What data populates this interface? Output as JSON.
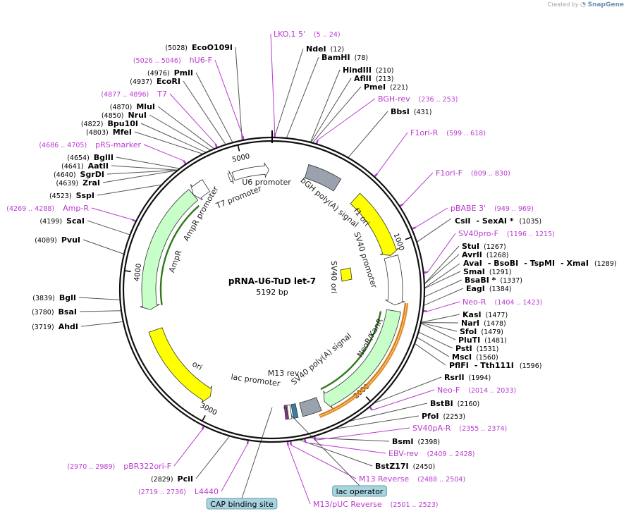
{
  "watermark": {
    "prefix": "Created by",
    "brand": "SnapGene"
  },
  "plasmid": {
    "name": "pRNA-U6-TuD let-7",
    "length": "5192 bp",
    "total_bp": 5192
  },
  "ticks": [
    "1000",
    "2000",
    "3000",
    "4000",
    "5000"
  ],
  "features": [
    {
      "name": "f1 ori",
      "start": 610,
      "end": 1065,
      "color": "#ffff00",
      "ring": 1
    },
    {
      "name": "SV40 promoter",
      "start": 1075,
      "end": 1400,
      "color": "#ffffff",
      "ring": 1
    },
    {
      "name": "NeoR/KanR",
      "start": 1440,
      "end": 2235,
      "color": "#c8ffc8",
      "ring": 1
    },
    {
      "name": "SV40 poly(A) signal",
      "start": 2275,
      "end": 2400,
      "color": "#9aa3ad",
      "ring": 1
    },
    {
      "name": "ori",
      "start": 3030,
      "end": 3620,
      "color": "#ffff00",
      "ring": 1
    },
    {
      "name": "AmpR",
      "start": 3760,
      "end": 4620,
      "color": "#c8ffc8",
      "ring": 1
    },
    {
      "name": "AmpR promoter",
      "start": 4620,
      "end": 4725,
      "color": "#ffffff",
      "ring": 1
    },
    {
      "name": "T7 promoter",
      "start": 4890,
      "end": 4910,
      "color": "#ffffff",
      "ring": 2
    },
    {
      "name": "U6 promoter",
      "start": 4920,
      "end": 5170,
      "color": "#ffffff",
      "ring": 2
    },
    {
      "name": "bGH poly(A) signal",
      "start": 235,
      "end": 460,
      "color": "#9aa3ad",
      "ring": 1
    },
    {
      "name": "lac promoter",
      "start": 2430,
      "end": 2460,
      "color": "#3a7ea8",
      "ring": 1
    },
    {
      "name": "M13 rev",
      "start": 2470,
      "end": 2490,
      "color": "#ffffff",
      "ring": 1
    },
    {
      "name": "lac operator",
      "start": 2495,
      "end": 2510,
      "color": "#8a2c8f",
      "ring": 1
    }
  ],
  "enzymes": [
    {
      "name": "EcoO109I",
      "pos": "(5028)"
    },
    {
      "name": "NdeI",
      "pos": "(12)"
    },
    {
      "name": "BamHI",
      "pos": "(78)"
    },
    {
      "name": "HindIII",
      "pos": "(210)"
    },
    {
      "name": "AflII",
      "pos": "(213)"
    },
    {
      "name": "PmeI",
      "pos": "(221)"
    },
    {
      "name": "BbsI",
      "pos": "(431)"
    },
    {
      "name": "PmlI",
      "pos": "(4976)"
    },
    {
      "name": "EcoRI",
      "pos": "(4937)"
    },
    {
      "name": "MluI",
      "pos": "(4870)"
    },
    {
      "name": "NruI",
      "pos": "(4850)"
    },
    {
      "name": "Bpu10I",
      "pos": "(4822)"
    },
    {
      "name": "MfeI",
      "pos": "(4803)"
    },
    {
      "name": "BglII",
      "pos": "(4654)"
    },
    {
      "name": "AatII",
      "pos": "(4641)"
    },
    {
      "name": "SgrDI",
      "pos": "(4640)"
    },
    {
      "name": "ZraI",
      "pos": "(4639)"
    },
    {
      "name": "SspI",
      "pos": "(4523)"
    },
    {
      "name": "ScaI",
      "pos": "(4199)"
    },
    {
      "name": "PvuI",
      "pos": "(4089)"
    },
    {
      "name": "BglI",
      "pos": "(3839)"
    },
    {
      "name": "BsaI",
      "pos": "(3780)"
    },
    {
      "name": "AhdI",
      "pos": "(3719)"
    },
    {
      "name": "PciI",
      "pos": "(2829)"
    },
    {
      "name": "CsiI",
      "pos": ""
    },
    {
      "name": "- SexAI *",
      "pos": "(1035)"
    },
    {
      "name": "StuI",
      "pos": "(1267)"
    },
    {
      "name": "AvrII",
      "pos": "(1268)"
    },
    {
      "name": "AvaI",
      "pos": ""
    },
    {
      "name": "- BsoBI",
      "pos": ""
    },
    {
      "name": "- TspMI",
      "pos": ""
    },
    {
      "name": "- XmaI",
      "pos": "(1289)"
    },
    {
      "name": "SmaI",
      "pos": "(1291)"
    },
    {
      "name": "BsaBI *",
      "pos": "(1337)"
    },
    {
      "name": "EagI",
      "pos": "(1384)"
    },
    {
      "name": "KasI",
      "pos": "(1477)"
    },
    {
      "name": "NarI",
      "pos": "(1478)"
    },
    {
      "name": "SfoI",
      "pos": "(1479)"
    },
    {
      "name": "PluTI",
      "pos": "(1481)"
    },
    {
      "name": "PstI",
      "pos": "(1531)"
    },
    {
      "name": "MscI",
      "pos": "(1560)"
    },
    {
      "name": "PflFI",
      "pos": ""
    },
    {
      "name": "- Tth111I",
      "pos": "(1596)"
    },
    {
      "name": "RsrII",
      "pos": "(1994)"
    },
    {
      "name": "BstBI",
      "pos": "(2160)"
    },
    {
      "name": "PfoI",
      "pos": "(2253)"
    },
    {
      "name": "BsmI",
      "pos": "(2398)"
    },
    {
      "name": "BstZ17I",
      "pos": "(2450)"
    }
  ],
  "primers": [
    {
      "name": "LKO.1 5'",
      "pos": "(5 .. 24)"
    },
    {
      "name": "hU6-F",
      "pos": "(5026 .. 5046)"
    },
    {
      "name": "T7",
      "pos": "(4877 .. 4896)"
    },
    {
      "name": "pRS-marker",
      "pos": "(4686 .. 4705)"
    },
    {
      "name": "Amp-R",
      "pos": "(4269 .. 4288)"
    },
    {
      "name": "BGH-rev",
      "pos": "(236 .. 253)"
    },
    {
      "name": "F1ori-R",
      "pos": "(599 .. 618)"
    },
    {
      "name": "F1ori-F",
      "pos": "(809 .. 830)"
    },
    {
      "name": "pBABE 3'",
      "pos": "(949 .. 969)"
    },
    {
      "name": "SV40pro-F",
      "pos": "(1196 .. 1215)"
    },
    {
      "name": "Neo-R",
      "pos": "(1404 .. 1423)"
    },
    {
      "name": "Neo-F",
      "pos": "(2014 .. 2033)"
    },
    {
      "name": "SV40pA-R",
      "pos": "(2355 .. 2374)"
    },
    {
      "name": "EBV-rev",
      "pos": "(2409 .. 2428)"
    },
    {
      "name": "M13 Reverse",
      "pos": "(2488 .. 2504)"
    },
    {
      "name": "M13/pUC Reverse",
      "pos": "(2501 .. 2523)"
    },
    {
      "name": "L4440",
      "pos": "(2719 .. 2736)"
    },
    {
      "name": "pBR322ori-F",
      "pos": "(2970 .. 2989)"
    }
  ],
  "boxes": [
    {
      "name": "lac operator"
    },
    {
      "name": "CAP binding site"
    }
  ]
}
